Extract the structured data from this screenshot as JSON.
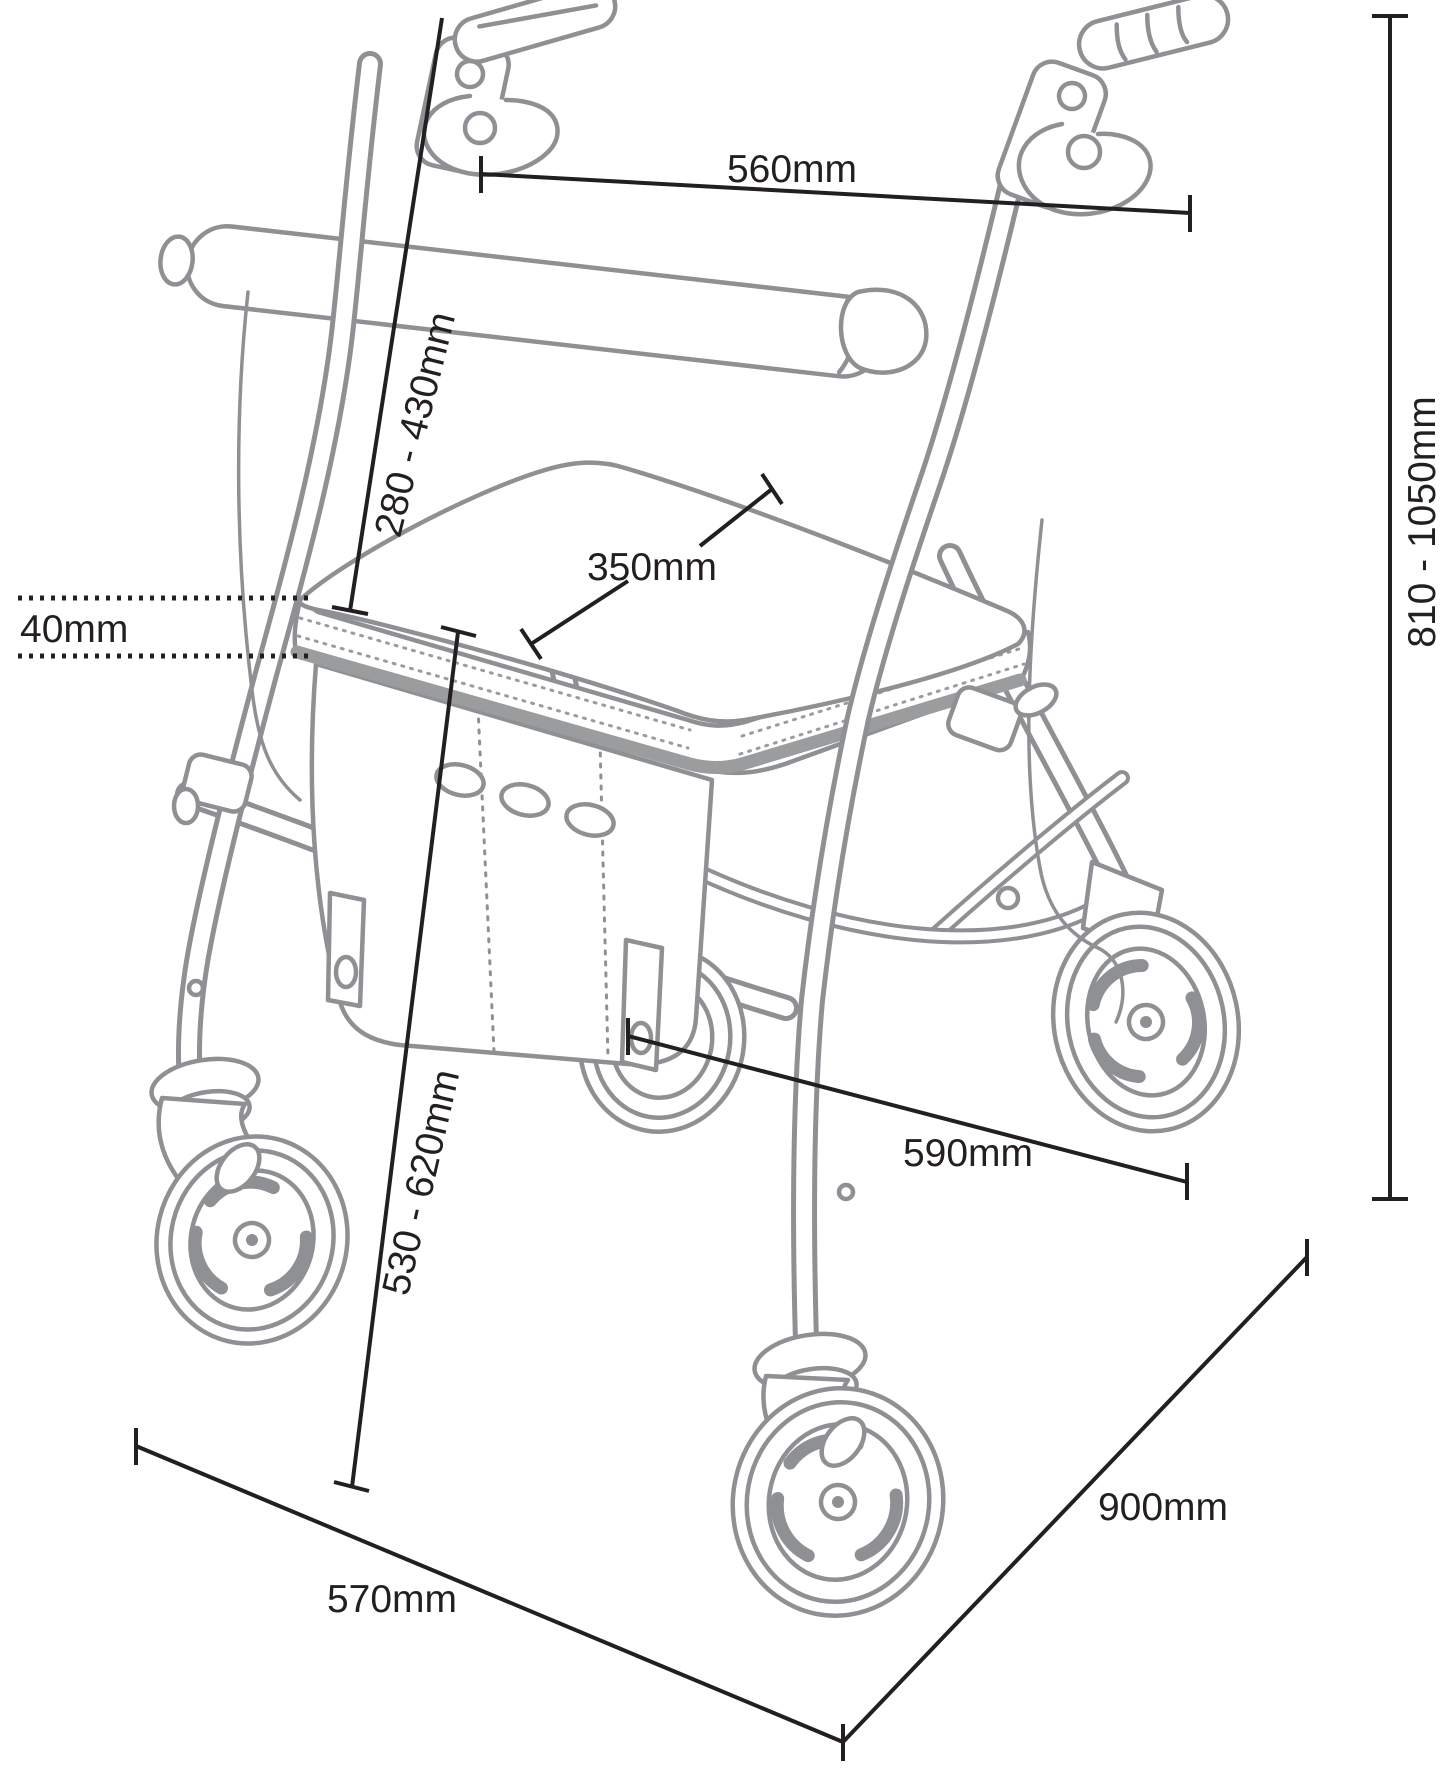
{
  "diagram": {
    "subject": "four-wheel rollator walking frame with loop-brake handles, backrest bar, padded seat and under-seat bag",
    "view": "front three-quarter perspective outline line drawing with dimension annotations",
    "units": "mm",
    "colors": {
      "background": "#ffffff",
      "artwork_line": "#8e9093",
      "seat_edge_stripe": "#9a9c9e",
      "dimension_line": "#231f20",
      "label_text": "#231f20"
    },
    "dims": {
      "handle_width": {
        "label": "560mm",
        "measures": "width between handgrips",
        "orientation": "horizontal"
      },
      "grip_height_adjust": {
        "label": "280 - 430mm",
        "measures": "seat-to-handle adjustment range",
        "orientation": "rotated-along-line"
      },
      "seat_width": {
        "label": "350mm",
        "measures": "seat surface width",
        "orientation": "horizontal"
      },
      "seat_thickness": {
        "label": "40mm",
        "measures": "seat cushion thickness",
        "orientation": "horizontal"
      },
      "overall_height": {
        "label": "810 - 1050mm",
        "measures": "overall height range",
        "orientation": "vertical-rotated"
      },
      "seat_height": {
        "label": "530 - 620mm",
        "measures": "seat height range from ground",
        "orientation": "rotated-along-line"
      },
      "wheel_spacing": {
        "label": "590mm",
        "measures": "front-to-rear wheel spacing",
        "orientation": "horizontal"
      },
      "overall_depth": {
        "label": "900mm",
        "measures": "overall depth footprint",
        "orientation": "horizontal"
      },
      "overall_width": {
        "label": "570mm",
        "measures": "overall width footprint",
        "orientation": "horizontal"
      }
    }
  }
}
